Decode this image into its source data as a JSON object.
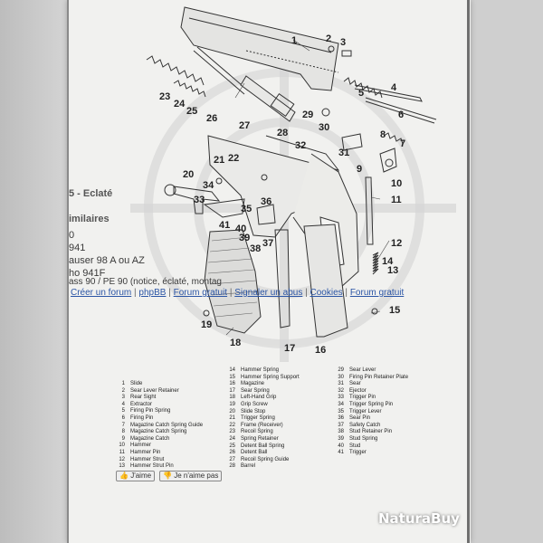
{
  "page": {
    "heading_fragment": "5 - Eclaté",
    "similar_heading_fragment": "imilaires",
    "similar_items": [
      "0",
      "941",
      "auser 98 A ou AZ",
      "ho 941F",
      "ass 90 / PE 90 (notice, éclaté, montag"
    ],
    "forum_links": [
      {
        "text": "Créer un forum"
      },
      {
        "text": "phpBB"
      },
      {
        "text": "Forum gratuit"
      },
      {
        "text": "Signaler un abus"
      },
      {
        "text": "Cookies"
      },
      {
        "text": "Forum gratuit"
      }
    ],
    "like_label": "J'aime",
    "dislike_label": "Je n'aime pas"
  },
  "diagram_callouts": [
    "1",
    "2",
    "3",
    "4",
    "5",
    "6",
    "7",
    "8",
    "9",
    "10",
    "11",
    "12",
    "13",
    "14",
    "15",
    "16",
    "17",
    "18",
    "19",
    "20",
    "21",
    "22",
    "23",
    "24",
    "25",
    "26",
    "27",
    "28",
    "29",
    "30",
    "31",
    "32",
    "33",
    "34",
    "35",
    "36",
    "37",
    "38",
    "39",
    "40",
    "41"
  ],
  "parts_legend": {
    "col1": [
      {
        "num": "1",
        "name": "Slide"
      },
      {
        "num": "2",
        "name": "Sear Lever Retainer"
      },
      {
        "num": "3",
        "name": "Rear Sight"
      },
      {
        "num": "4",
        "name": "Extractor"
      },
      {
        "num": "5",
        "name": "Firing Pin Spring"
      },
      {
        "num": "6",
        "name": "Firing Pin"
      },
      {
        "num": "7",
        "name": "Magazine Catch Spring Guide"
      },
      {
        "num": "8",
        "name": "Magazine Catch Spring"
      },
      {
        "num": "9",
        "name": "Magazine Catch"
      },
      {
        "num": "10",
        "name": "Hammer"
      },
      {
        "num": "11",
        "name": "Hammer Pin"
      },
      {
        "num": "12",
        "name": "Hammer Strut"
      },
      {
        "num": "13",
        "name": "Hammer Strut Pin"
      }
    ],
    "col2": [
      {
        "num": "14",
        "name": "Hammer Spring"
      },
      {
        "num": "15",
        "name": "Hammer Spring Support"
      },
      {
        "num": "16",
        "name": "Magazine"
      },
      {
        "num": "17",
        "name": "Sear Spring"
      },
      {
        "num": "18",
        "name": "Left-Hand Grip"
      },
      {
        "num": "19",
        "name": "Grip Screw"
      },
      {
        "num": "20",
        "name": "Slide Stop"
      },
      {
        "num": "21",
        "name": "Trigger Spring"
      },
      {
        "num": "22",
        "name": "Frame (Receiver)"
      },
      {
        "num": "23",
        "name": "Recoil Spring"
      },
      {
        "num": "24",
        "name": "Spring Retainer"
      },
      {
        "num": "25",
        "name": "Detent Ball Spring"
      },
      {
        "num": "26",
        "name": "Detent Ball"
      },
      {
        "num": "27",
        "name": "Recoil Spring Guide"
      },
      {
        "num": "28",
        "name": "Barrel"
      }
    ],
    "col3": [
      {
        "num": "29",
        "name": "Sear Lever"
      },
      {
        "num": "30",
        "name": "Firing Pin Retainer Plate"
      },
      {
        "num": "31",
        "name": "Sear"
      },
      {
        "num": "32",
        "name": "Ejector"
      },
      {
        "num": "33",
        "name": "Trigger Pin"
      },
      {
        "num": "34",
        "name": "Trigger Spring Pin"
      },
      {
        "num": "35",
        "name": "Trigger Lever"
      },
      {
        "num": "36",
        "name": "Sear Pin"
      },
      {
        "num": "37",
        "name": "Safety Catch"
      },
      {
        "num": "38",
        "name": "Stud Retainer Pin"
      },
      {
        "num": "39",
        "name": "Stud Spring"
      },
      {
        "num": "40",
        "name": "Stud"
      },
      {
        "num": "41",
        "name": "Trigger"
      }
    ]
  },
  "watermark": "NaturaBuy",
  "colors": {
    "paper": "#f1f1ef",
    "link": "#2b55a5",
    "ink": "#222222"
  }
}
